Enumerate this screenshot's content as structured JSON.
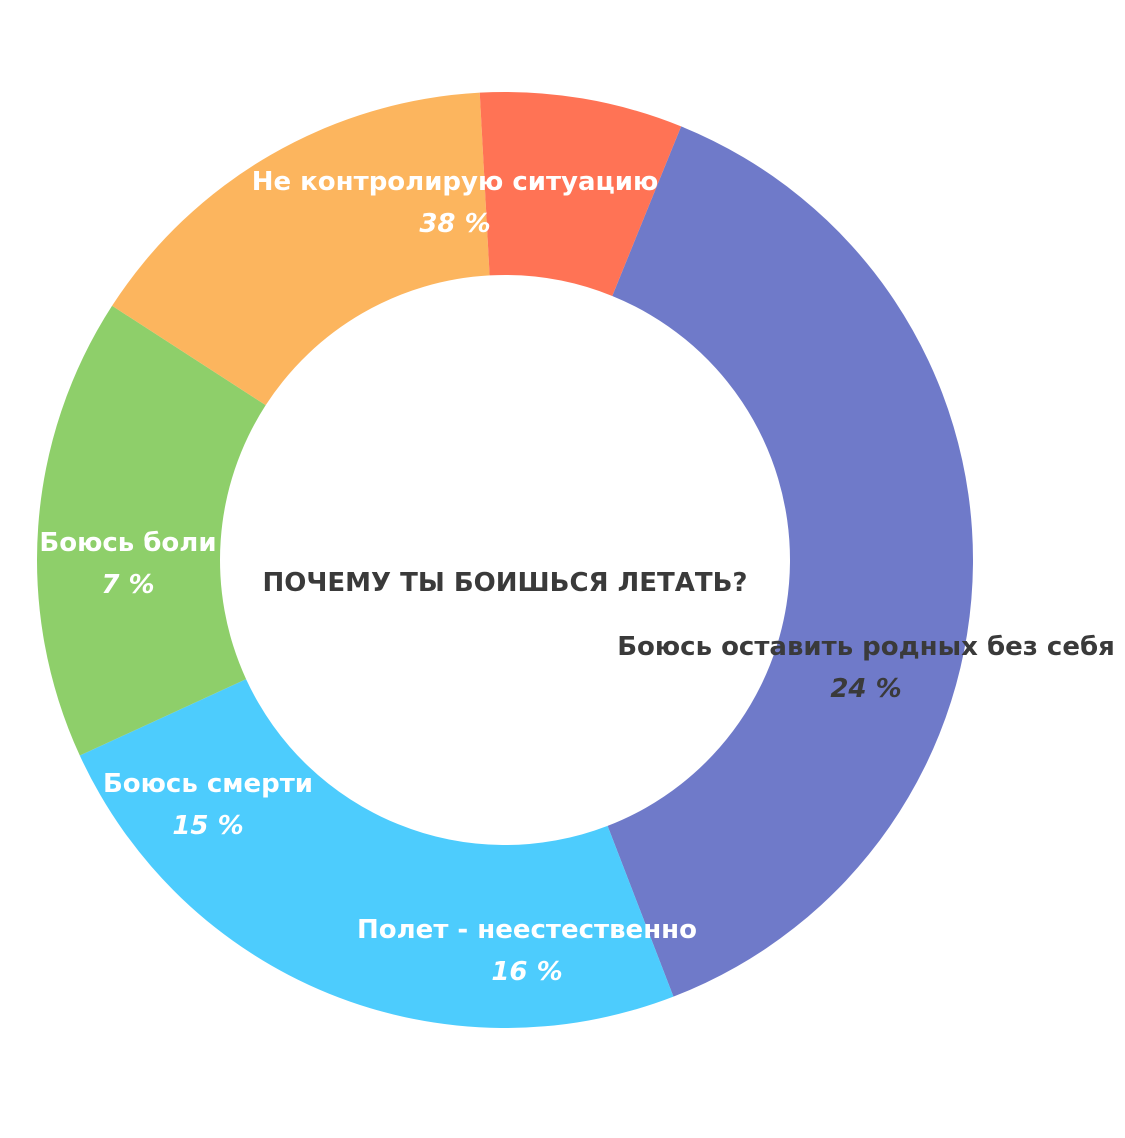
{
  "chart_data": {
    "type": "pie",
    "title": "ПОЧЕМУ ТЫ БОИШЬСЯ ЛЕТАТЬ?",
    "donut": true,
    "slices": [
      {
        "label": "Не контролирую ситуацию",
        "value": 38,
        "value_label": "38 %",
        "color": "#6F7AC9",
        "text_color": "#ffffff"
      },
      {
        "label": "Боюсь оставить родных без себя",
        "value": 24,
        "value_label": "24 %",
        "color": "#4DCCFD",
        "text_color": "#3a3a3a"
      },
      {
        "label": "Полет - неестественно",
        "value": 16,
        "value_label": "16 %",
        "color": "#8ECF6A",
        "text_color": "#ffffff"
      },
      {
        "label": "Боюсь смерти",
        "value": 15,
        "value_label": "15 %",
        "color": "#FCB55E",
        "text_color": "#ffffff"
      },
      {
        "label": "Боюсь боли",
        "value": 7,
        "value_label": "7 %",
        "color": "#FF7355",
        "text_color": "#ffffff"
      }
    ],
    "title_color": "#3a3a3a"
  }
}
